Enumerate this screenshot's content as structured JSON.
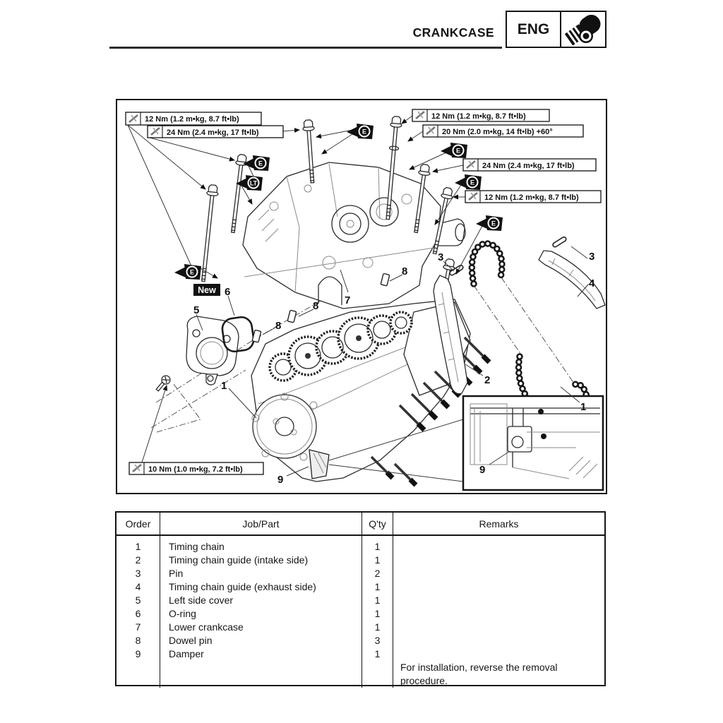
{
  "header": {
    "section_title": "CRANKCASE",
    "tab_label": "ENG",
    "tab_icon": "engine-cylinder-icon"
  },
  "diagram": {
    "torque_labels": [
      "12 Nm (1.2 m•kg, 8.7 ft•lb)",
      "24 Nm (2.4 m•kg, 17 ft•lb)",
      "12 Nm (1.2 m•kg, 8.7 ft•lb)",
      "20 Nm (2.0 m•kg, 14 ft•lb) +60°",
      "24 Nm (2.4 m•kg, 17 ft•lb)",
      "12 Nm (1.2 m•kg, 8.7 ft•lb)",
      "10 Nm (1.0 m•kg, 7.2 ft•lb)"
    ],
    "marks": [
      "E",
      "E",
      "E",
      "E",
      "E",
      "LT",
      "E"
    ],
    "new_label": "New",
    "callouts": [
      "5",
      "6",
      "7",
      "8",
      "8",
      "8",
      "1",
      "9",
      "2",
      "1",
      "3",
      "3",
      "4",
      "9"
    ]
  },
  "parts_table": {
    "columns": [
      "Order",
      "Job/Part",
      "Q'ty",
      "Remarks"
    ],
    "rows": [
      {
        "order": "1",
        "part": "Timing chain",
        "qty": "1"
      },
      {
        "order": "2",
        "part": "Timing chain guide (intake side)",
        "qty": "1"
      },
      {
        "order": "3",
        "part": "Pin",
        "qty": "2"
      },
      {
        "order": "4",
        "part": "Timing chain guide (exhaust side)",
        "qty": "1"
      },
      {
        "order": "5",
        "part": "Left side cover",
        "qty": "1"
      },
      {
        "order": "6",
        "part": "O-ring",
        "qty": "1"
      },
      {
        "order": "7",
        "part": "Lower crankcase",
        "qty": "1"
      },
      {
        "order": "8",
        "part": "Dowel pin",
        "qty": "3"
      },
      {
        "order": "9",
        "part": "Damper",
        "qty": "1"
      }
    ],
    "remarks": "For installation, reverse the removal procedure."
  }
}
